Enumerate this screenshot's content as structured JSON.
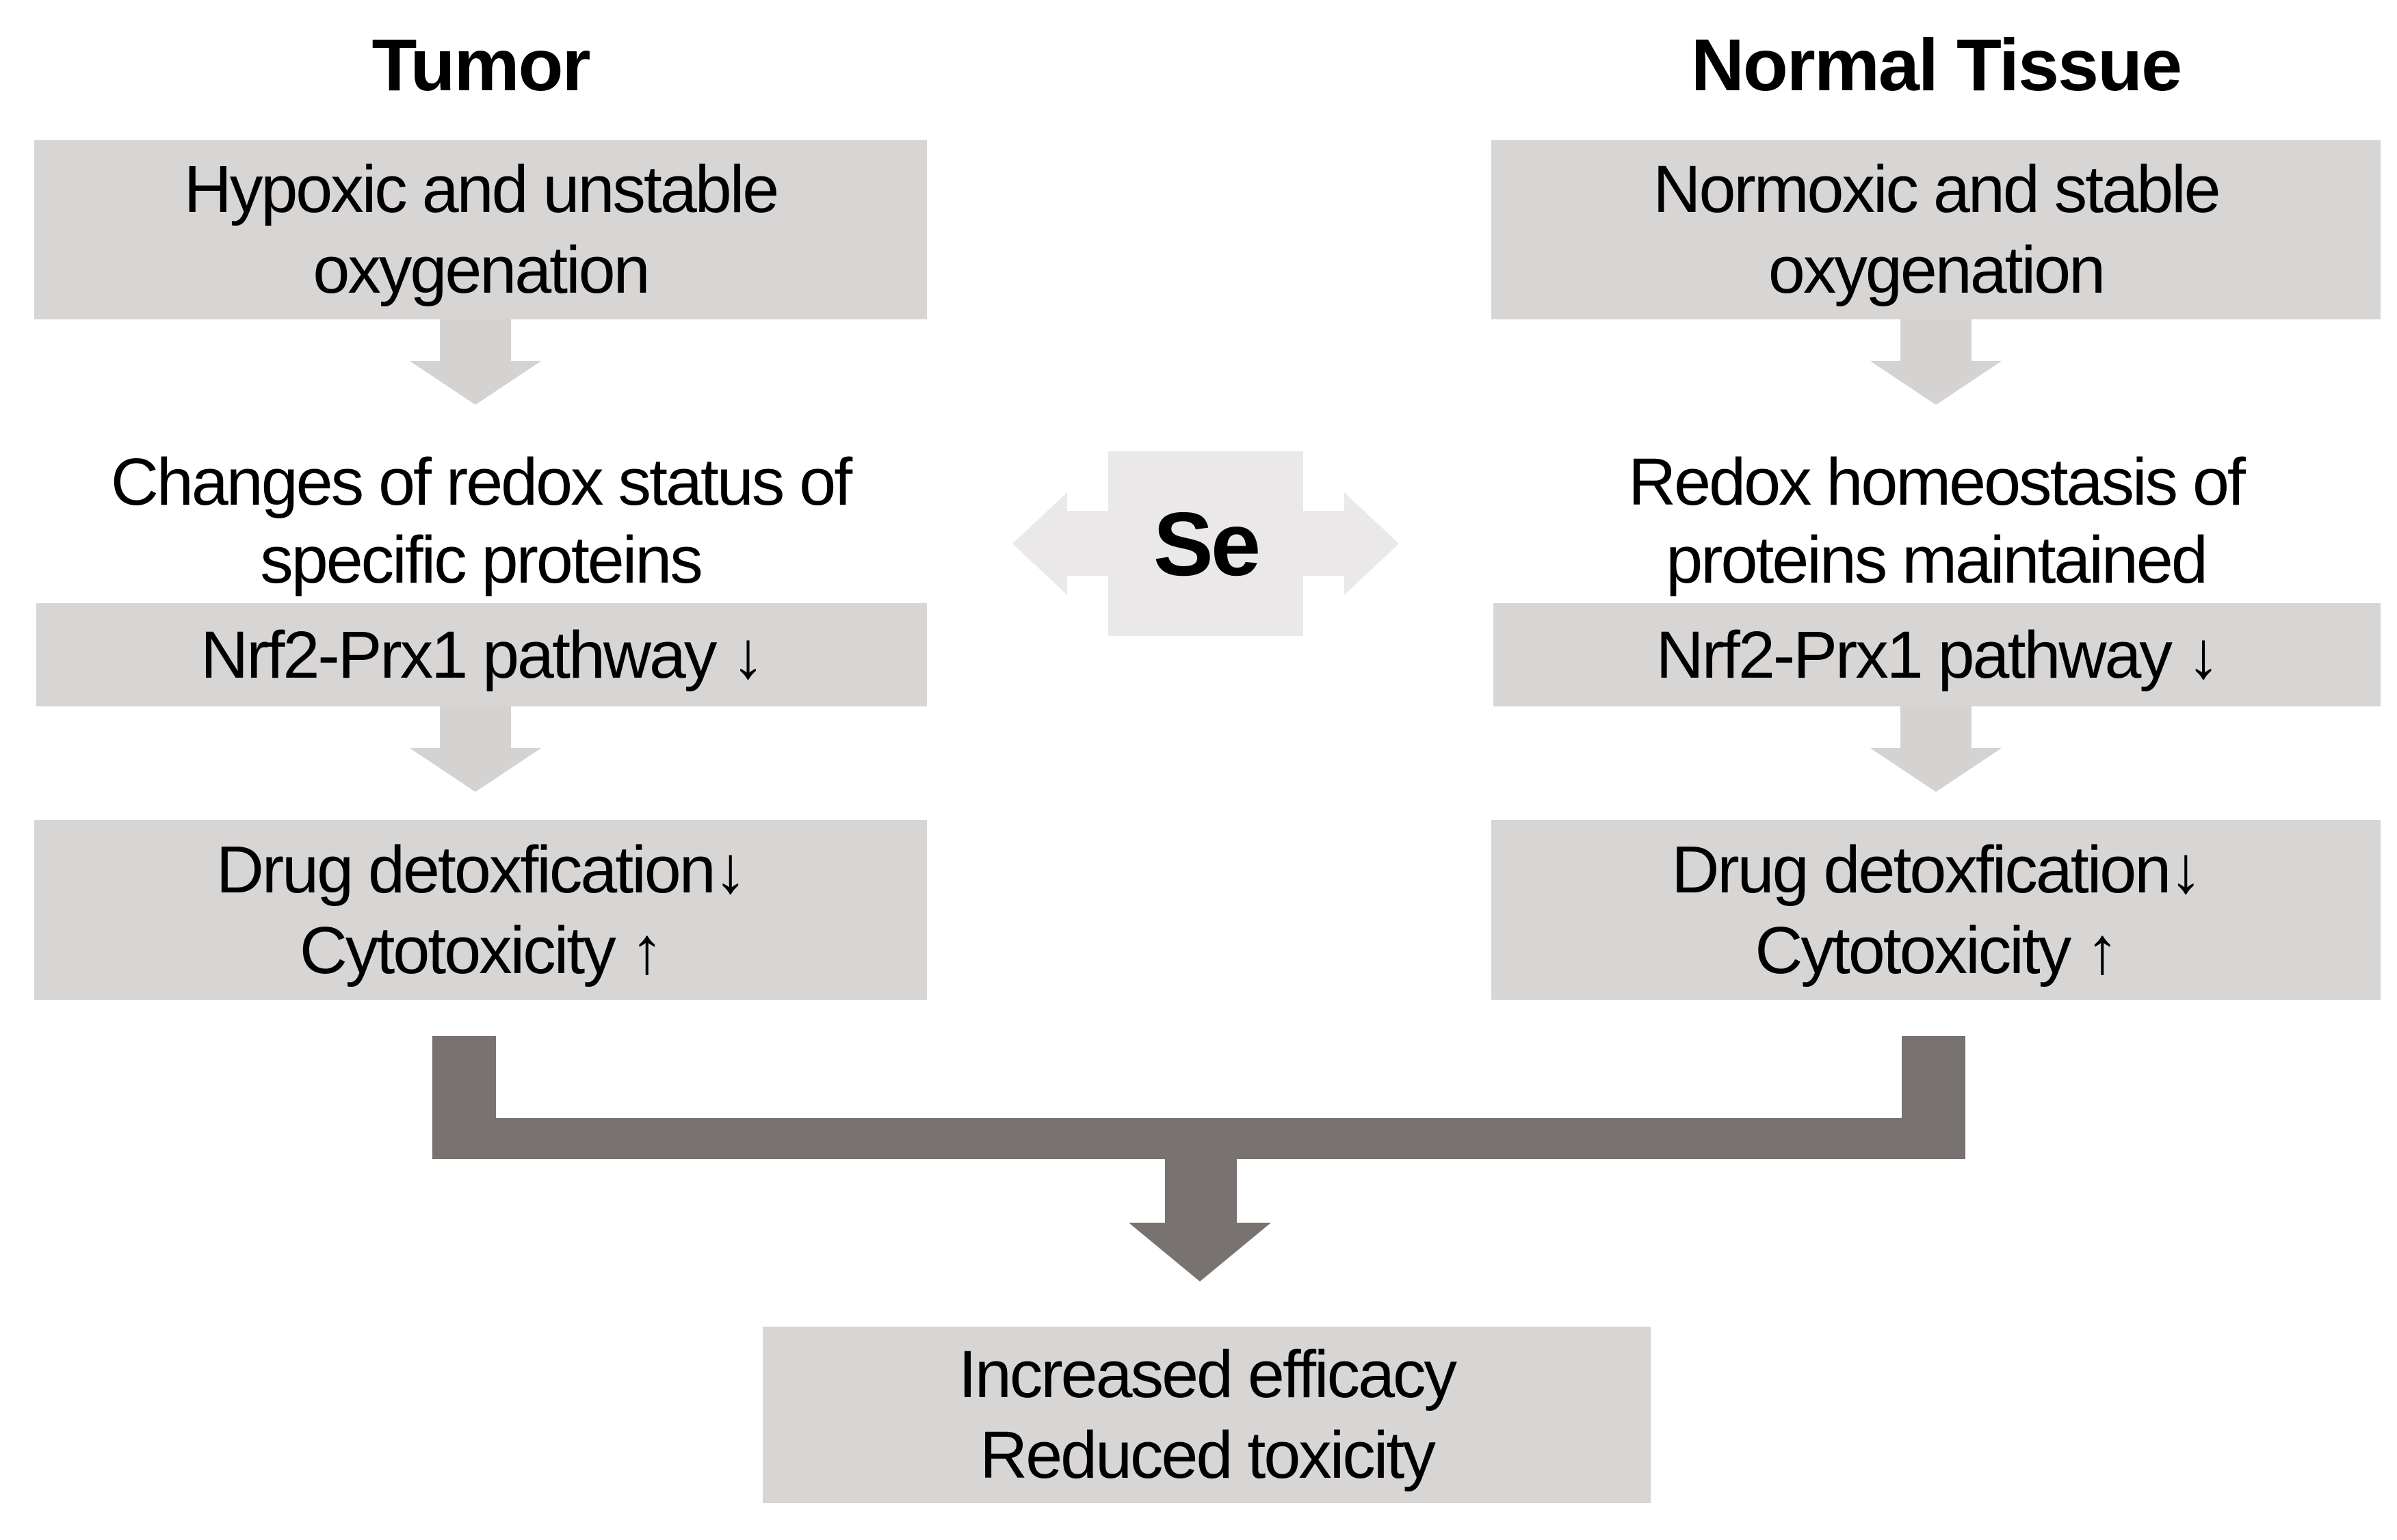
{
  "colors": {
    "box": "#d8d5d5",
    "pale": "#eae8e8",
    "arrow": "#d5d2d2",
    "dark": "#787270",
    "ink": "#000000",
    "bg": "#ffffff"
  },
  "tumor": {
    "title": "Tumor",
    "box1_line1": "Hypoxic and unstable",
    "box1_line2": "oxygenation",
    "mid_line1": "Changes of redox status of",
    "mid_line2": "specific proteins",
    "nrf2": "Nrf2-Prx1 pathway ↓",
    "drug_line1": "Drug detoxfication↓",
    "drug_line2": "Cytotoxicity ↑"
  },
  "normal": {
    "title": "Normal Tissue",
    "box1_line1": "Normoxic and stable",
    "box1_line2": "oxygenation",
    "mid_line1": "Redox homeostasis of",
    "mid_line2": "proteins maintained",
    "nrf2": "Nrf2-Prx1 pathway ↓",
    "drug_line1": "Drug detoxfication↓",
    "drug_line2": "Cytotoxicity ↑"
  },
  "center": {
    "se_label": "Se"
  },
  "outcome": {
    "line1": "Increased efficacy",
    "line2": "Reduced toxicity"
  }
}
